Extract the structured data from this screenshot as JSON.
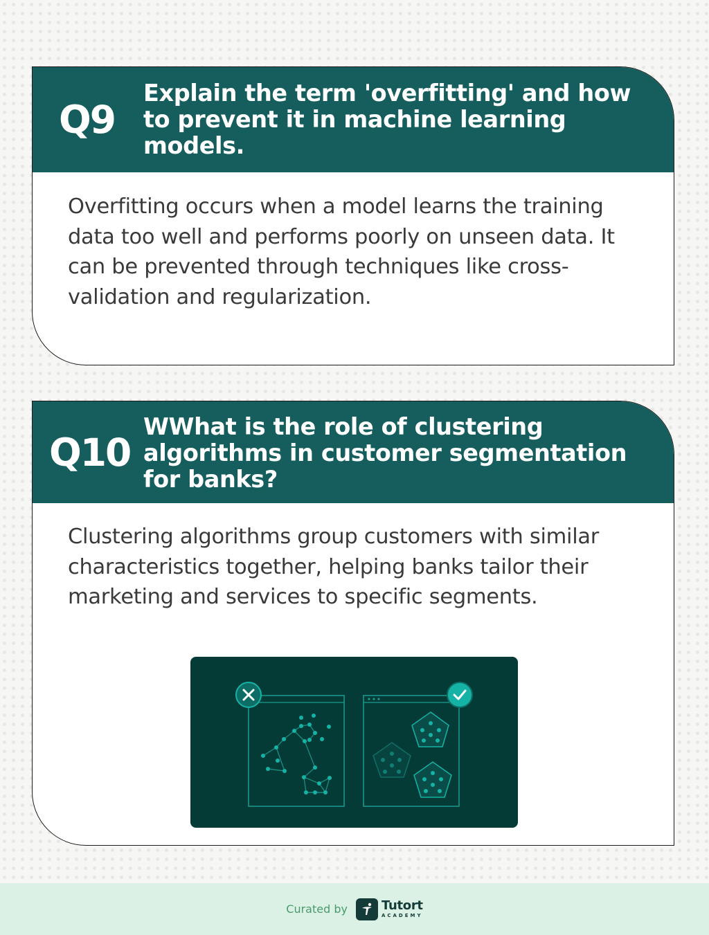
{
  "questions": [
    {
      "number": "Q9",
      "title": "Explain the term 'overfitting' and how to prevent it in machine learning models.",
      "answer": "Overfitting occurs when a model learns the training data too well and performs poorly on unseen data. It can be prevented through techniques like cross-validation and regularization."
    },
    {
      "number": "Q10",
      "title": "WWhat is the role of clustering algorithms in customer segmentation for banks?",
      "answer": "Clustering algorithms group customers with similar characteristics together, helping banks tailor their marketing and services to specific segments."
    }
  ],
  "illustration": {
    "wrong_icon": "close-icon",
    "right_icon": "check-icon"
  },
  "footer": {
    "curated_label": "Curated by",
    "brand_name": "Tutort",
    "brand_sub": "ACADEMY"
  },
  "colors": {
    "header_teal": "#165e5d",
    "illustration_bg": "#053b37",
    "accent_cyan": "#14b3a6",
    "footer_bg": "#dcf1e5"
  }
}
